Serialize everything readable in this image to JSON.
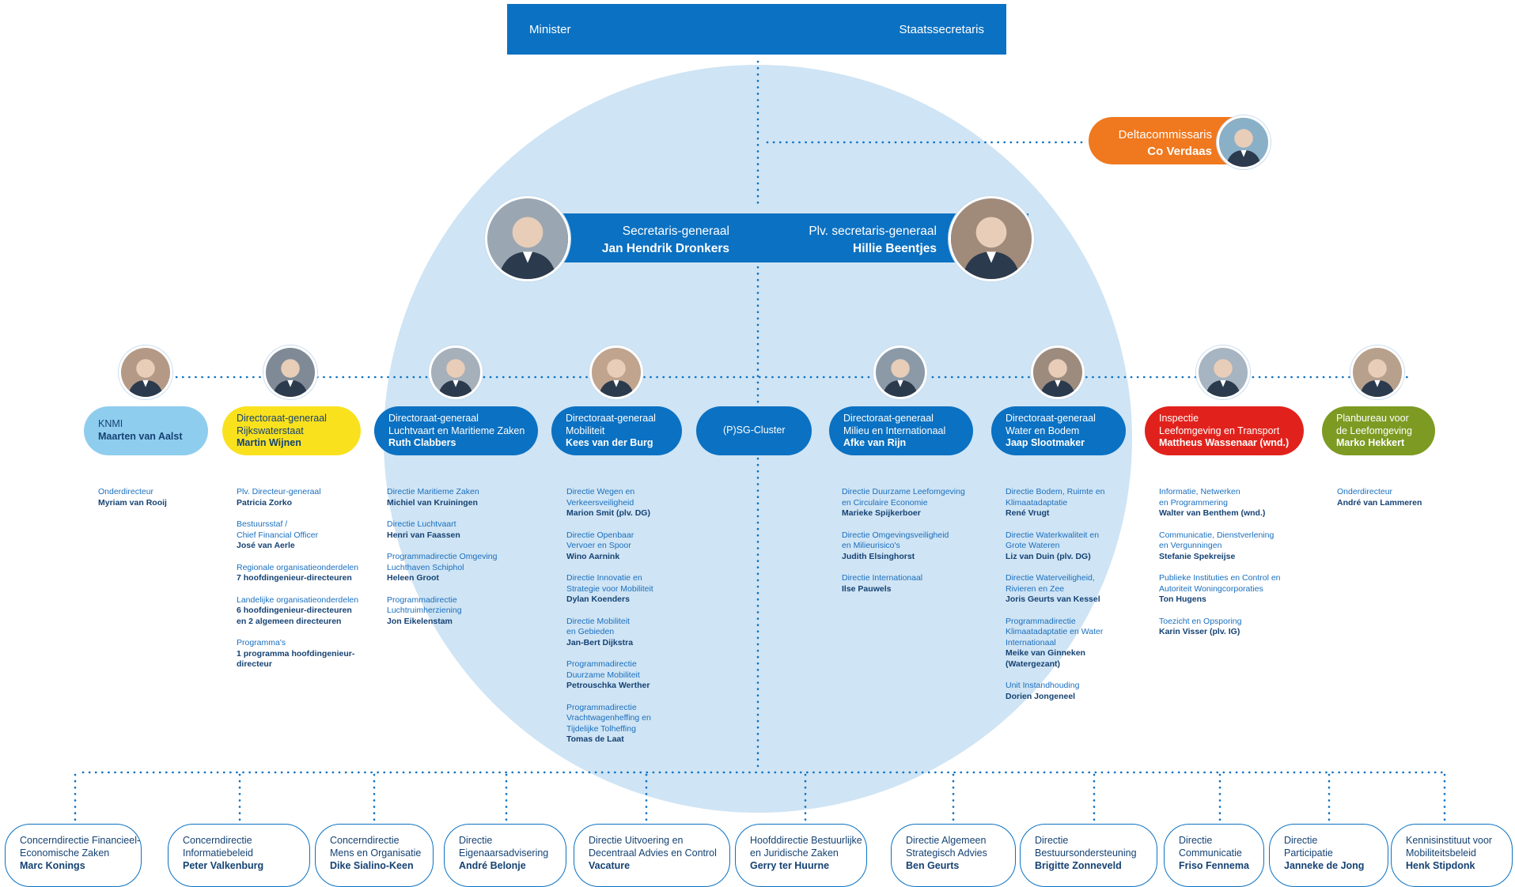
{
  "colors": {
    "blue": "#0b71c2",
    "light_blue": "#8fcdee",
    "yellow": "#f9e11e",
    "red": "#e1221c",
    "green": "#7d9b23",
    "orange": "#f0781e",
    "circle": "#cfe4f4"
  },
  "header": {
    "left": "Minister",
    "right": "Staatssecretaris"
  },
  "delta": {
    "title": "Deltacommissaris",
    "name": "Co Verdaas"
  },
  "sg": {
    "left_title": "Secretaris-generaal",
    "left_name": "Jan Hendrik Dronkers",
    "right_title": "Plv. secretaris-generaal",
    "right_name": "Hillie Beentjes"
  },
  "units": [
    {
      "line1": "KNMI",
      "line2": "",
      "name": "Maarten van Aalst"
    },
    {
      "line1": "Directoraat-generaal",
      "line2": "Rijkswaterstaat",
      "name": "Martin Wijnen"
    },
    {
      "line1": "Directoraat-generaal",
      "line2": "Luchtvaart en Maritieme Zaken",
      "name": "Ruth Clabbers"
    },
    {
      "line1": "Directoraat-generaal",
      "line2": "Mobiliteit",
      "name": "Kees van der Burg"
    },
    {
      "line1": "(P)SG-Cluster",
      "line2": "",
      "name": ""
    },
    {
      "line1": "Directoraat-generaal",
      "line2": "Milieu en Internationaal",
      "name": "Afke van Rijn"
    },
    {
      "line1": "Directoraat-generaal",
      "line2": "Water en Bodem",
      "name": "Jaap Slootmaker"
    },
    {
      "line1": "Inspectie",
      "line2": "Leefomgeving en Transport",
      "name": "Mattheus Wassenaar (wnd.)"
    },
    {
      "line1": "Planbureau voor",
      "line2": "de Leefomgeving",
      "name": "Marko Hekkert"
    }
  ],
  "columns": [
    [
      {
        "label": "Onderdirecteur",
        "name": "Myriam van Rooij"
      }
    ],
    [
      {
        "label": "Plv. Directeur-generaal",
        "name": "Patricia Zorko"
      },
      {
        "label": "Bestuursstaf /\nChief Financial Officer",
        "name": "José van Aerle"
      },
      {
        "label": "Regionale organisatieonderdelen",
        "name": "7 hoofdingenieur-directeuren"
      },
      {
        "label": "Landelijke organisatieonderdelen",
        "name": "6 hoofdingenieur-directeuren\nen 2 algemeen directeuren"
      },
      {
        "label": "Programma's",
        "name": "1 programma hoofdingenieur-\ndirecteur"
      }
    ],
    [
      {
        "label": "Directie Maritieme Zaken",
        "name": "Michiel van Kruiningen"
      },
      {
        "label": "Directie Luchtvaart",
        "name": "Henri van Faassen"
      },
      {
        "label": "Programmadirectie Omgeving\nLuchthaven Schiphol",
        "name": "Heleen Groot"
      },
      {
        "label": "Programmadirectie\nLuchtruimherziening",
        "name": "Jon Eikelenstam"
      }
    ],
    [
      {
        "label": "Directie Wegen en\nVerkeersveiligheid",
        "name": "Marion Smit (plv. DG)"
      },
      {
        "label": "Directie Openbaar\nVervoer en Spoor",
        "name": "Wino Aarnink"
      },
      {
        "label": "Directie Innovatie en\nStrategie voor Mobiliteit",
        "name": "Dylan Koenders"
      },
      {
        "label": "Directie Mobiliteit\nen Gebieden",
        "name": "Jan-Bert Dijkstra"
      },
      {
        "label": "Programmadirectie\nDuurzame Mobiliteit",
        "name": "Petrouschka Werther"
      },
      {
        "label": "Programmadirectie\nVrachtwagenheffing en\nTijdelijke Tolheffing",
        "name": "Tomas de Laat"
      }
    ],
    [
      {
        "label": "Directie Duurzame Leefomgeving\nen Circulaire Economie",
        "name": "Marieke Spijkerboer"
      },
      {
        "label": "Directie Omgevingsveiligheid\nen Milieurisico's",
        "name": "Judith Elsinghorst"
      },
      {
        "label": "Directie Internationaal",
        "name": "Ilse Pauwels"
      }
    ],
    [
      {
        "label": "Directie Bodem, Ruimte en\nKlimaatadaptatie",
        "name": "René Vrugt"
      },
      {
        "label": "Directie Waterkwaliteit en\nGrote Wateren",
        "name": "Liz van Duin (plv. DG)"
      },
      {
        "label": "Directie Waterveiligheid,\nRivieren en Zee",
        "name": "Joris Geurts van Kessel"
      },
      {
        "label": "Programmadirectie\nKlimaatadaptatie en Water\nInternationaal",
        "name": "Meike van Ginneken\n(Watergezant)"
      },
      {
        "label": "Unit Instandhouding",
        "name": "Dorien Jongeneel"
      }
    ],
    [
      {
        "label": "Informatie, Netwerken\nen Programmering",
        "name": "Walter van Benthem (wnd.)"
      },
      {
        "label": "Communicatie, Dienstverlening\nen Vergunningen",
        "name": "Stefanie Spekreijse"
      },
      {
        "label": "Publieke Instituties en Control en\nAutoriteit Woningcorporaties",
        "name": "Ton Hugens"
      },
      {
        "label": "Toezicht en Opsporing",
        "name": "Karin Visser (plv. IG)"
      }
    ],
    [
      {
        "label": "Onderdirecteur",
        "name": "André van Lammeren"
      }
    ]
  ],
  "bottom": [
    {
      "label": "Concerndirectie Financieel-\nEconomische Zaken",
      "name": "Marc Konings"
    },
    {
      "label": "Concerndirectie\nInformatiebeleid",
      "name": "Peter Valkenburg"
    },
    {
      "label": "Concerndirectie\nMens en Organisatie",
      "name": "Dike Sialino-Keen"
    },
    {
      "label": "Directie\nEigenaarsadvisering",
      "name": "André Belonje"
    },
    {
      "label": "Directie Uitvoering en\nDecentraal Advies en Control",
      "name": "Vacature"
    },
    {
      "label": "Hoofddirectie Bestuurlijke\nen Juridische Zaken",
      "name": "Gerry ter Huurne"
    },
    {
      "label": "Directie Algemeen\nStrategisch Advies",
      "name": "Ben Geurts"
    },
    {
      "label": "Directie\nBestuursondersteuning",
      "name": "Brigitte Zonneveld"
    },
    {
      "label": "Directie\nCommunicatie",
      "name": "Friso Fennema"
    },
    {
      "label": "Directie\nParticipatie",
      "name": "Janneke de Jong"
    },
    {
      "label": "Kennisinstituut voor\nMobiliteitsbeleid",
      "name": "Henk Stipdonk"
    }
  ]
}
